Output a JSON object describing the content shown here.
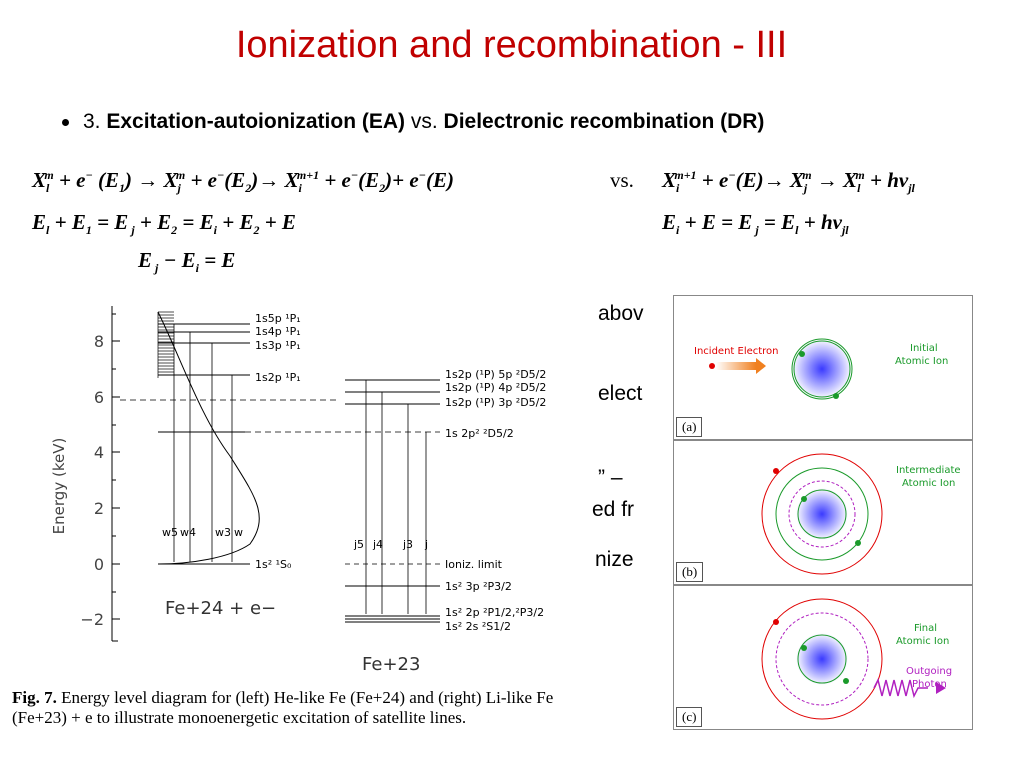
{
  "title": "Ionization and recombination - III",
  "bullet": {
    "number": "3.",
    "part1": "Excitation-autoionization (EA)",
    "vs": "vs.",
    "part2": "Dielectronic recombination (DR)"
  },
  "equations": {
    "ea_reaction": "X_l^m + e⁻(E₁) → X_j^m + e⁻(E₂) → X_i^(m+1) + e⁻(E₂) + e⁻(E)",
    "vs": "vs.",
    "dr_reaction": "X_i^(m+1) + e⁻(E) → X_j^m → X_l^m + hν_jl",
    "ea_energy": "E_l + E₁ = E_j + E₂ = E_i + E₂ + E",
    "dr_energy": "E_i + E = E_j = E_l + hν_jl",
    "ea_difference": "E_j − E_i = E"
  },
  "occluded_text": {
    "line1": "abov",
    "line2": "elect",
    "line3": "” –",
    "line4": "ed fr",
    "line5": "nize"
  },
  "energy_diagram": {
    "ylabel": "Energy (keV)",
    "yticks": [
      "8",
      "6",
      "4",
      "2",
      "0",
      "−2"
    ],
    "left_levels": [
      "1s5p ¹P₁",
      "1s4p ¹P₁",
      "1s3p ¹P₁",
      "1s2p ¹P₁",
      "1s² ¹S₀"
    ],
    "right_levels": [
      "1s2p (¹P) 5p ²D5/2",
      "1s2p (¹P) 4p ²D5/2",
      "1s2p (¹P) 3p ²D5/2",
      "1s 2p² ²D5/2",
      "Ioniz. limit",
      "1s² 3p ²P3/2",
      "1s² 2p ²P1/2,²P3/2",
      "1s² 2s ²S1/2"
    ],
    "left_lines": [
      "w5",
      "w4",
      "w3",
      "w"
    ],
    "right_lines": [
      "j5",
      "j4",
      "j3",
      "j"
    ],
    "left_ion": "Fe+24 + e−",
    "right_ion": "Fe+23"
  },
  "caption": {
    "fig": "Fig. 7.",
    "text": "Energy level diagram for (left) He-like Fe (Fe+24) and (right) Li-like Fe (Fe+23) + e to illustrate monoenergetic excitation of satellite lines."
  },
  "panels": [
    {
      "label": "(a)",
      "text1": "Incident Electron",
      "text2": "Initial",
      "text3": "Atomic Ion"
    },
    {
      "label": "(b)",
      "text1": "Intermediate",
      "text2": "Atomic Ion"
    },
    {
      "label": "(c)",
      "text1": "Final",
      "text2": "Atomic Ion",
      "text3": "Outgoing",
      "text4": "Photon"
    }
  ],
  "colors": {
    "title": "#c00000",
    "nucleus": "#3a3aff",
    "electron": "#1a9a2a",
    "incident": "#e00000",
    "photon": "#b020c0"
  }
}
